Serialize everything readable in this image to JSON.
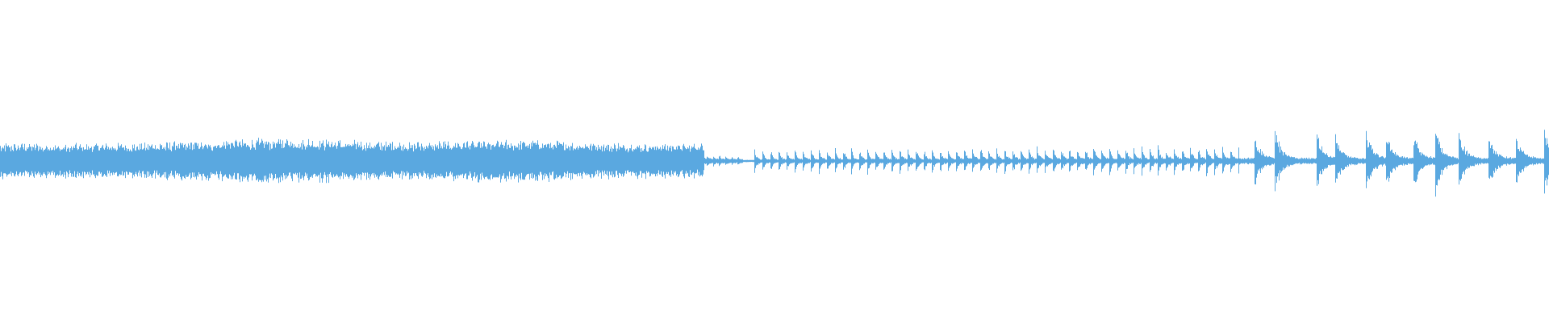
{
  "waveform": {
    "color": "#5aa8e0",
    "background": "#ffffff",
    "description_visible_text": "",
    "segments": [
      {
        "kind": "dense",
        "from": 0.0,
        "to": 0.455,
        "amplitude": 0.05,
        "swells": [
          [
            0.18,
            0.065
          ],
          [
            0.33,
            0.06
          ]
        ]
      },
      {
        "kind": "fading-pulses",
        "from": 0.4,
        "to": 0.48,
        "amplitude_start": 0.04,
        "amplitude_end": 0.015,
        "pulse_spacing": 0.004
      },
      {
        "kind": "gap",
        "from": 0.48,
        "to": 0.487,
        "amplitude": 0.003
      },
      {
        "kind": "pulses",
        "from": 0.487,
        "to": 0.8,
        "amplitude_start": 0.035,
        "amplitude_end": 0.06,
        "pulse_spacing": 0.0052
      },
      {
        "kind": "sparse-transients",
        "from": 0.8,
        "to": 1.0,
        "amplitude": 0.09,
        "peaks": [
          0.81,
          0.823,
          0.85,
          0.862,
          0.882,
          0.895,
          0.913,
          0.927,
          0.942,
          0.961,
          0.979,
          0.997
        ]
      }
    ]
  }
}
